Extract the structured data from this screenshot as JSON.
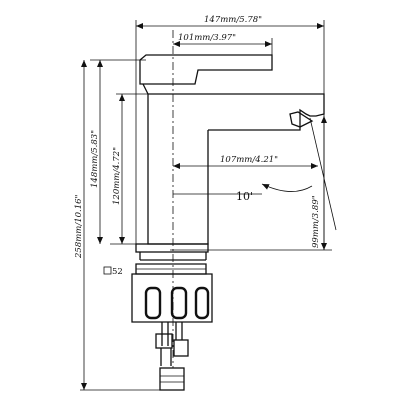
{
  "dimensions": {
    "total_width": "147mm/5.78\"",
    "lever_width": "101mm/3.97\"",
    "spout_reach": "107mm/4.21\"",
    "spout_height": "99mm/3.89\"",
    "body_height": "148mm/5.83\"",
    "inner_height": "120mm/4.72\"",
    "total_height": "258mm/10.16\"",
    "angle": "10'",
    "base_square": "52"
  },
  "colors": {
    "line": "#111111",
    "background": "#ffffff"
  }
}
